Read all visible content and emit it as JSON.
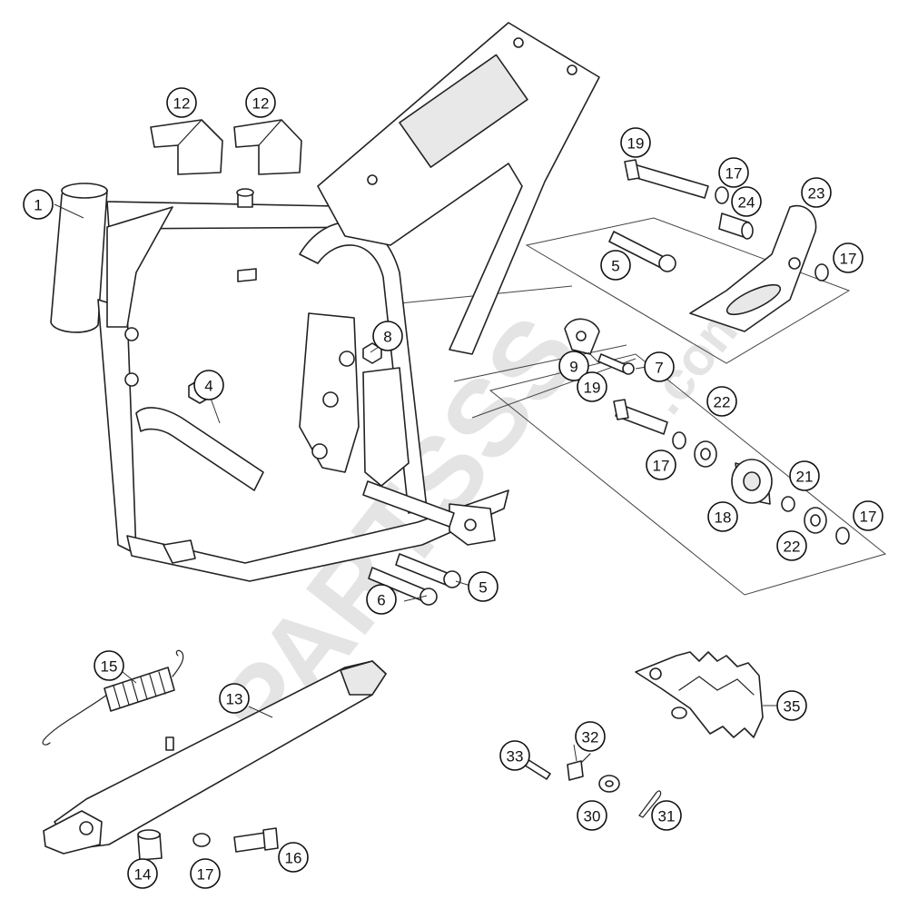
{
  "watermark": {
    "brand": "PARTSSS",
    "suffix": ".com",
    "color": "#cfcfcf"
  },
  "callouts": [
    {
      "id": "c1",
      "label": "1"
    },
    {
      "id": "c12a",
      "label": "12"
    },
    {
      "id": "c12b",
      "label": "12"
    },
    {
      "id": "c4",
      "label": "4"
    },
    {
      "id": "c8",
      "label": "8"
    },
    {
      "id": "c19a",
      "label": "19"
    },
    {
      "id": "c17a",
      "label": "17"
    },
    {
      "id": "c24",
      "label": "24"
    },
    {
      "id": "c23",
      "label": "23"
    },
    {
      "id": "c5a",
      "label": "5"
    },
    {
      "id": "c17b",
      "label": "17"
    },
    {
      "id": "c9",
      "label": "9"
    },
    {
      "id": "c7",
      "label": "7"
    },
    {
      "id": "c19b",
      "label": "19"
    },
    {
      "id": "c22a",
      "label": "22"
    },
    {
      "id": "c17c",
      "label": "17"
    },
    {
      "id": "c21",
      "label": "21"
    },
    {
      "id": "c18",
      "label": "18"
    },
    {
      "id": "c22b",
      "label": "22"
    },
    {
      "id": "c17d",
      "label": "17"
    },
    {
      "id": "c6",
      "label": "6"
    },
    {
      "id": "c5b",
      "label": "5"
    },
    {
      "id": "c15",
      "label": "15"
    },
    {
      "id": "c13",
      "label": "13"
    },
    {
      "id": "c14",
      "label": "14"
    },
    {
      "id": "c17e",
      "label": "17"
    },
    {
      "id": "c16",
      "label": "16"
    },
    {
      "id": "c35",
      "label": "35"
    },
    {
      "id": "c32",
      "label": "32"
    },
    {
      "id": "c33",
      "label": "33"
    },
    {
      "id": "c30",
      "label": "30"
    },
    {
      "id": "c31",
      "label": "31"
    }
  ]
}
